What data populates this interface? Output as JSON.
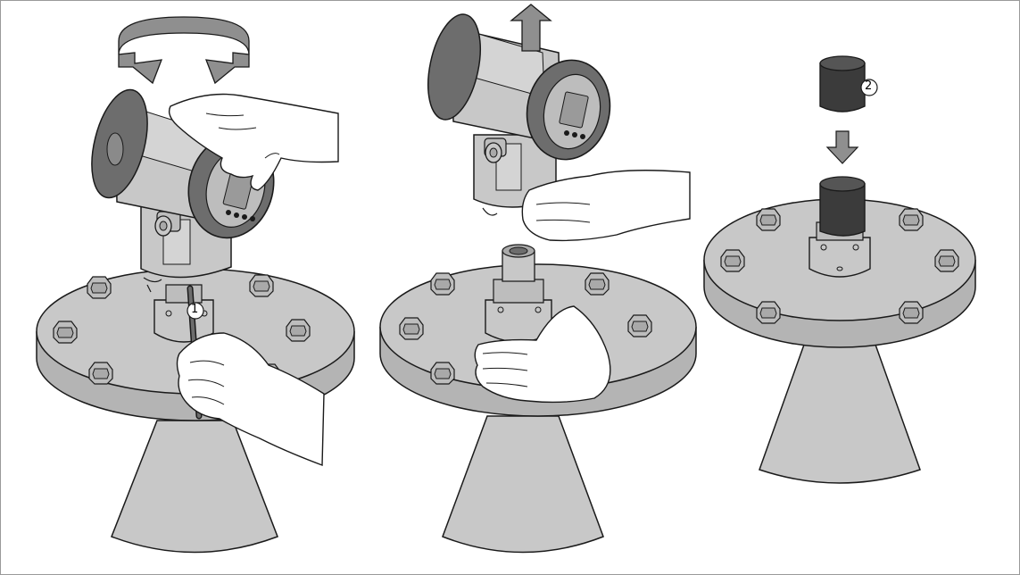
{
  "figure": {
    "callouts": [
      {
        "id": "1",
        "text": "1"
      },
      {
        "id": "2",
        "text": "2"
      }
    ],
    "colors": {
      "metal": "#c8c8c8",
      "metal_dark": "#a9a9a9",
      "cover": "#6d6d6d",
      "cap": "#3b3b3b",
      "arrow": "#8f8f8f",
      "outline": "#1a1a1a"
    },
    "icons": [
      "rotate-arrows-icon",
      "lift-up-arrow-icon",
      "lower-down-arrow-icon"
    ]
  }
}
